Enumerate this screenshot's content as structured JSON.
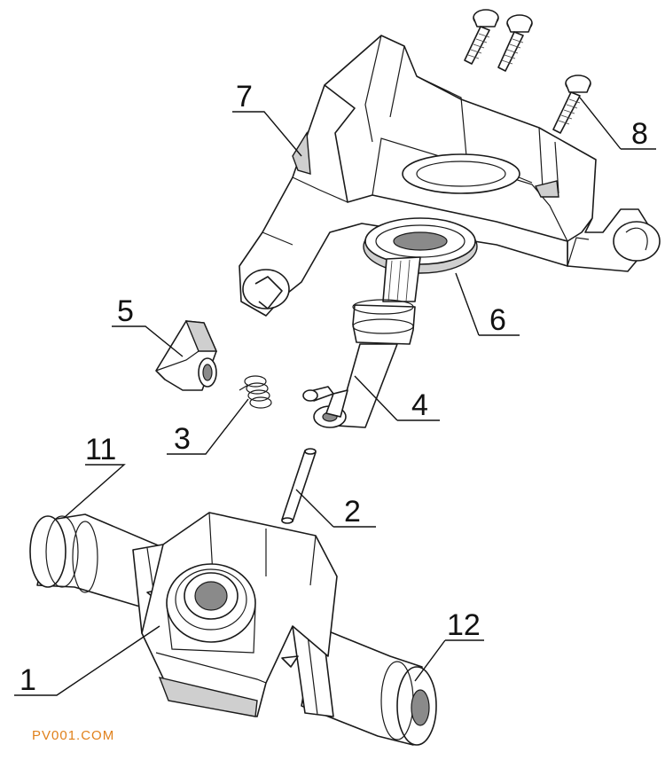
{
  "diagram": {
    "callouts": [
      {
        "id": "c1",
        "label": "1"
      },
      {
        "id": "c2",
        "label": "2"
      },
      {
        "id": "c3",
        "label": "3"
      },
      {
        "id": "c4",
        "label": "4"
      },
      {
        "id": "c5",
        "label": "5"
      },
      {
        "id": "c6",
        "label": "6"
      },
      {
        "id": "c7",
        "label": "7"
      },
      {
        "id": "c8",
        "label": "8"
      },
      {
        "id": "c11",
        "label": "11"
      },
      {
        "id": "c12",
        "label": "12"
      }
    ]
  },
  "watermark": "PV001.COM",
  "colors": {
    "line": "#1a1a1a",
    "watermark": "#e0801a"
  }
}
